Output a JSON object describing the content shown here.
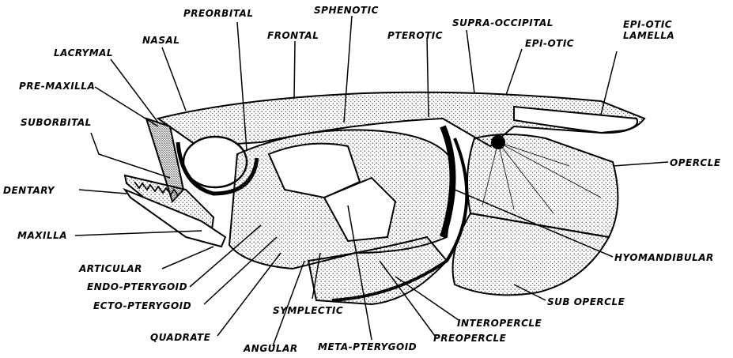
{
  "colors": {
    "ink": "#000000",
    "paper": "#ffffff",
    "stipple": "#333333"
  },
  "labels": {
    "preorbital": "PREORBITAL",
    "sphenotic": "SPHENOTIC",
    "supra_occipital": "SUPRA-OCCIPITAL",
    "epi_otic_lamella_1": "EPI-OTIC",
    "epi_otic_lamella_2": "LAMELLA",
    "nasal": "NASAL",
    "frontal": "FRONTAL",
    "pterotic": "PTEROTIC",
    "epi_otic": "EPI-OTIC",
    "lacrymal": "LACRYMAL",
    "pre_maxilla": "PRE-MAXILLA",
    "suborbital": "SUBORBITAL",
    "opercle": "OPERCLE",
    "dentary": "DENTARY",
    "maxilla": "MAXILLA",
    "articular": "ARTICULAR",
    "hyomandibular": "HYOMANDIBULAR",
    "endo_pterygoid": "ENDO-PTERYGOID",
    "ecto_pterygoid": "ECTO-PTERYGOID",
    "sub_opercle": "SUB OPERCLE",
    "symplectic": "SYMPLECTIC",
    "interopercle": "INTEROPERCLE",
    "quadrate": "QUADRATE",
    "angular": "ANGULAR",
    "meta_pterygoid": "META-PTERYGOID",
    "preopercle": "PREOPERCLE"
  }
}
